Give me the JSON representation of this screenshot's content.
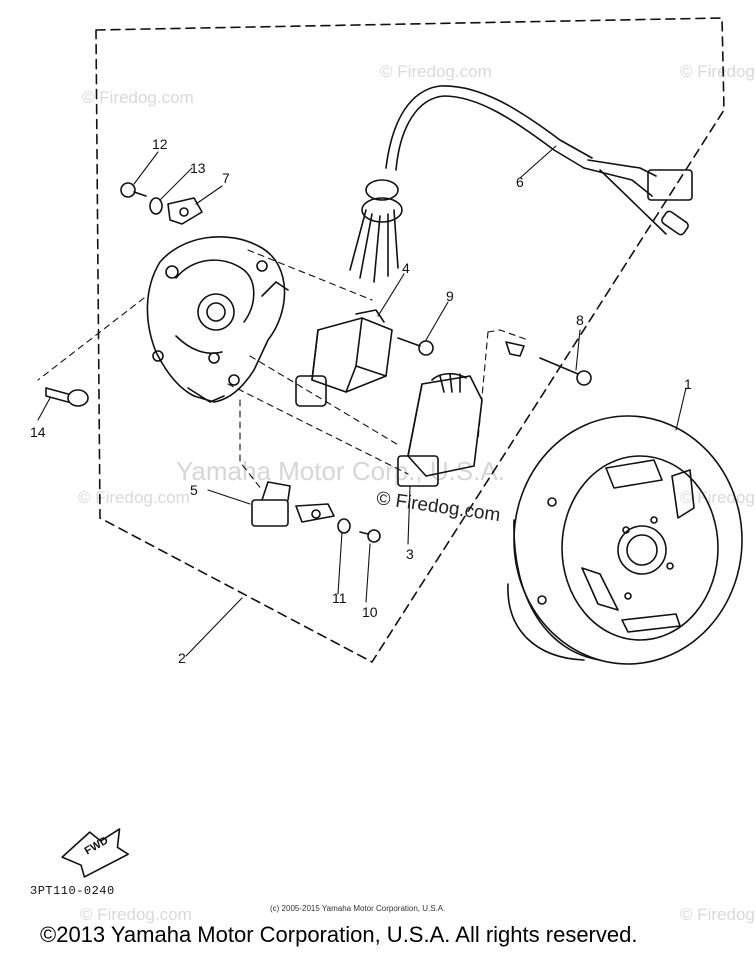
{
  "watermarks": {
    "site_label": "© Firedog.com",
    "center_label": "Yamaha Motor Corp., U.S.A.",
    "firedog_label": "© Firedog.com"
  },
  "callouts": [
    "1",
    "2",
    "3",
    "4",
    "5",
    "6",
    "7",
    "8",
    "9",
    "10",
    "11",
    "12",
    "13",
    "14"
  ],
  "fwd_label": "FWD",
  "diagram_code": "3PT110-0240",
  "small_copyright": "(c) 2005-2015 Yamaha Motor Corporation, U.S.A.",
  "footer_copyright": "©2013 Yamaha Motor Corporation, U.S.A. All rights reserved."
}
